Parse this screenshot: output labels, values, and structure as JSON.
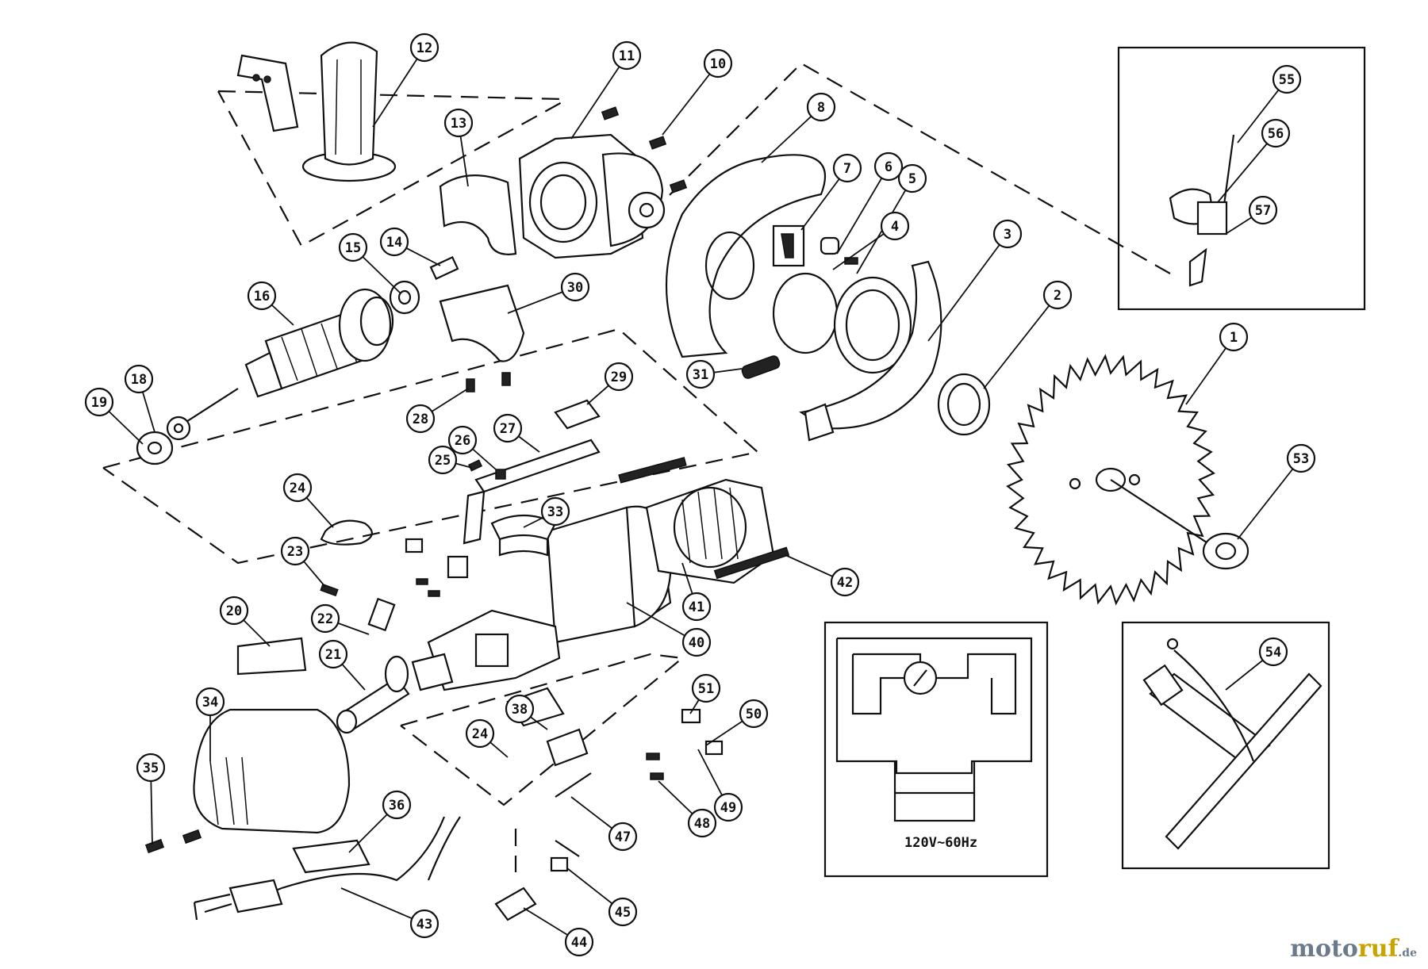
{
  "watermark": {
    "brand_part1": "moto",
    "brand_part2": "ruf",
    "tld": ".de"
  },
  "wiring": {
    "voltage_label": "120V~60Hz"
  },
  "callouts": [
    {
      "id": "1",
      "label": "1"
    },
    {
      "id": "2",
      "label": "2"
    },
    {
      "id": "3",
      "label": "3"
    },
    {
      "id": "4",
      "label": "4"
    },
    {
      "id": "5",
      "label": "5"
    },
    {
      "id": "6",
      "label": "6"
    },
    {
      "id": "7",
      "label": "7"
    },
    {
      "id": "8",
      "label": "8"
    },
    {
      "id": "10",
      "label": "10"
    },
    {
      "id": "11",
      "label": "11"
    },
    {
      "id": "12",
      "label": "12"
    },
    {
      "id": "13",
      "label": "13"
    },
    {
      "id": "14",
      "label": "14"
    },
    {
      "id": "15",
      "label": "15"
    },
    {
      "id": "16",
      "label": "16"
    },
    {
      "id": "18",
      "label": "18"
    },
    {
      "id": "19",
      "label": "19"
    },
    {
      "id": "20",
      "label": "20"
    },
    {
      "id": "21",
      "label": "21"
    },
    {
      "id": "22",
      "label": "22"
    },
    {
      "id": "23",
      "label": "23"
    },
    {
      "id": "24a",
      "label": "24"
    },
    {
      "id": "24b",
      "label": "24"
    },
    {
      "id": "25",
      "label": "25"
    },
    {
      "id": "26",
      "label": "26"
    },
    {
      "id": "27",
      "label": "27"
    },
    {
      "id": "28",
      "label": "28"
    },
    {
      "id": "29",
      "label": "29"
    },
    {
      "id": "30",
      "label": "30"
    },
    {
      "id": "31",
      "label": "31"
    },
    {
      "id": "33",
      "label": "33"
    },
    {
      "id": "34",
      "label": "34"
    },
    {
      "id": "35",
      "label": "35"
    },
    {
      "id": "36",
      "label": "36"
    },
    {
      "id": "38",
      "label": "38"
    },
    {
      "id": "40",
      "label": "40"
    },
    {
      "id": "41",
      "label": "41"
    },
    {
      "id": "42",
      "label": "42"
    },
    {
      "id": "43",
      "label": "43"
    },
    {
      "id": "44",
      "label": "44"
    },
    {
      "id": "45",
      "label": "45"
    },
    {
      "id": "47",
      "label": "47"
    },
    {
      "id": "48",
      "label": "48"
    },
    {
      "id": "49",
      "label": "49"
    },
    {
      "id": "50",
      "label": "50"
    },
    {
      "id": "51",
      "label": "51"
    },
    {
      "id": "53",
      "label": "53"
    },
    {
      "id": "54",
      "label": "54"
    },
    {
      "id": "55",
      "label": "55"
    },
    {
      "id": "56",
      "label": "56"
    },
    {
      "id": "57",
      "label": "57"
    }
  ]
}
